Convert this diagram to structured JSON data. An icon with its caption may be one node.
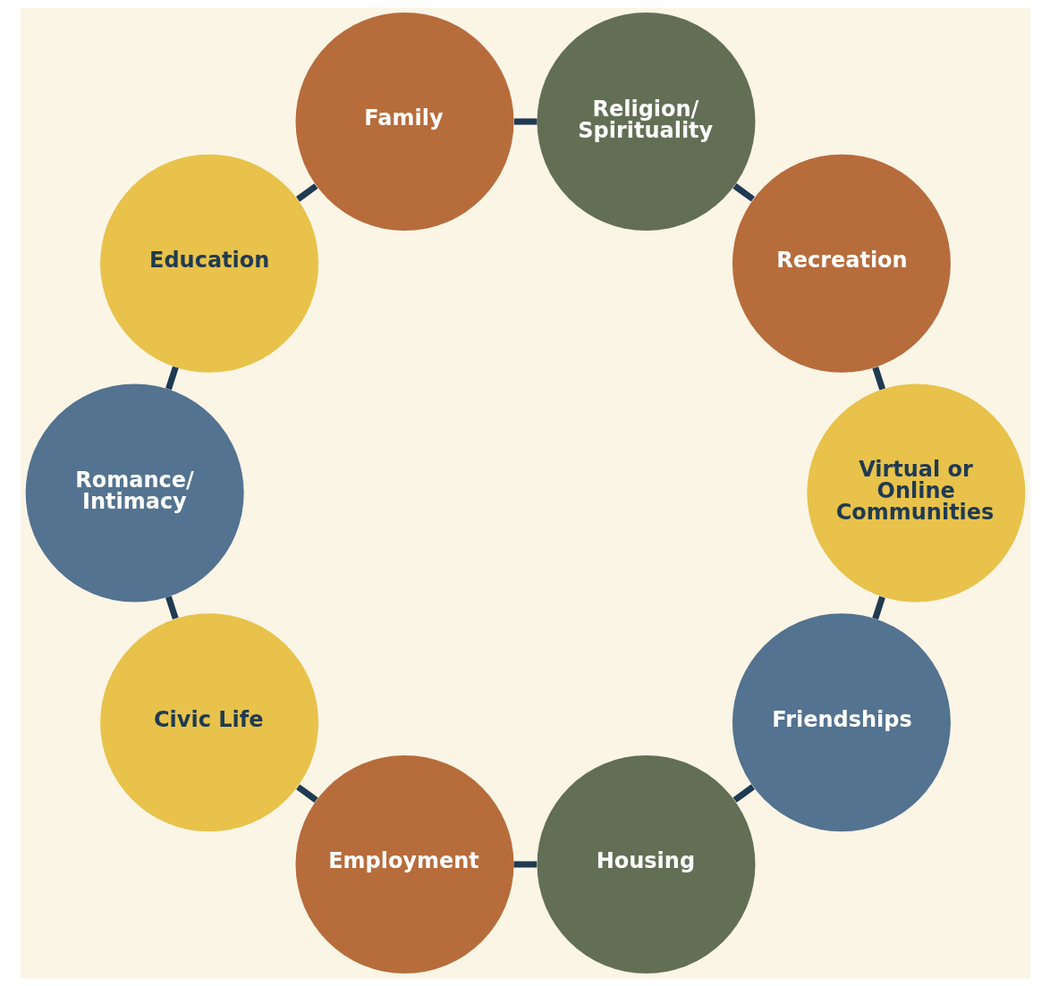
{
  "diagram": {
    "nodes": [
      {
        "text": [
          "Friendships"
        ]
      },
      {
        "text": [
          "Housing"
        ]
      },
      {
        "text": [
          "Employment"
        ]
      },
      {
        "text": [
          "Civic Life"
        ]
      },
      {
        "text": [
          "Romance/ Intimacy"
        ]
      },
      {
        "text": [
          "Education"
        ]
      },
      {
        "text": [
          "Family"
        ]
      },
      {
        "text": [
          "Religion/ Spirituality"
        ]
      },
      {
        "text": [
          "Recreation"
        ]
      },
      {
        "text": [
          "Virtual or Online Communities"
        ]
      }
    ],
    "edges": [
      {
        "from": 0,
        "to": 1,
        "arrow": "none"
      },
      {
        "from": 1,
        "to": 2,
        "arrow": "none"
      },
      {
        "from": 2,
        "to": 3,
        "arrow": "none"
      },
      {
        "from": 3,
        "to": 4,
        "arrow": "none"
      },
      {
        "from": 4,
        "to": 5,
        "arrow": "none"
      },
      {
        "from": 5,
        "to": 6,
        "arrow": "none"
      },
      {
        "from": 6,
        "to": 7,
        "arrow": "none"
      },
      {
        "from": 7,
        "to": 8,
        "arrow": "none"
      },
      {
        "from": 8,
        "to": 9,
        "arrow": "none"
      },
      {
        "from": 9,
        "to": 0,
        "arrow": "none"
      }
    ]
  }
}
